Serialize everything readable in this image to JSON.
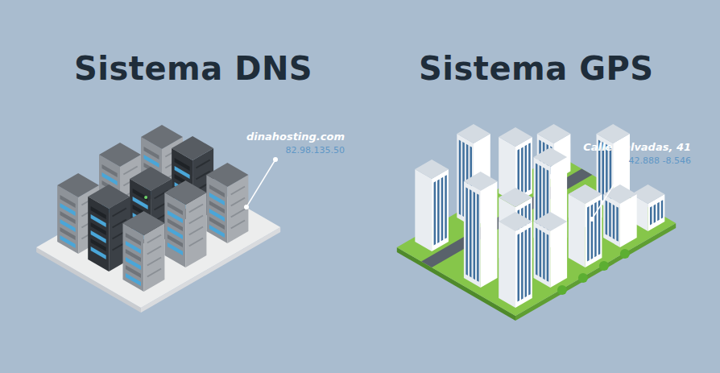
{
  "diagram": {
    "labels": [
      "Sistema DNS",
      "dinahosting.com",
      "82.98.135.50",
      "Sistema GPS",
      "Calle Salvadas, 41",
      "42.888 -8.546"
    ]
  }
}
